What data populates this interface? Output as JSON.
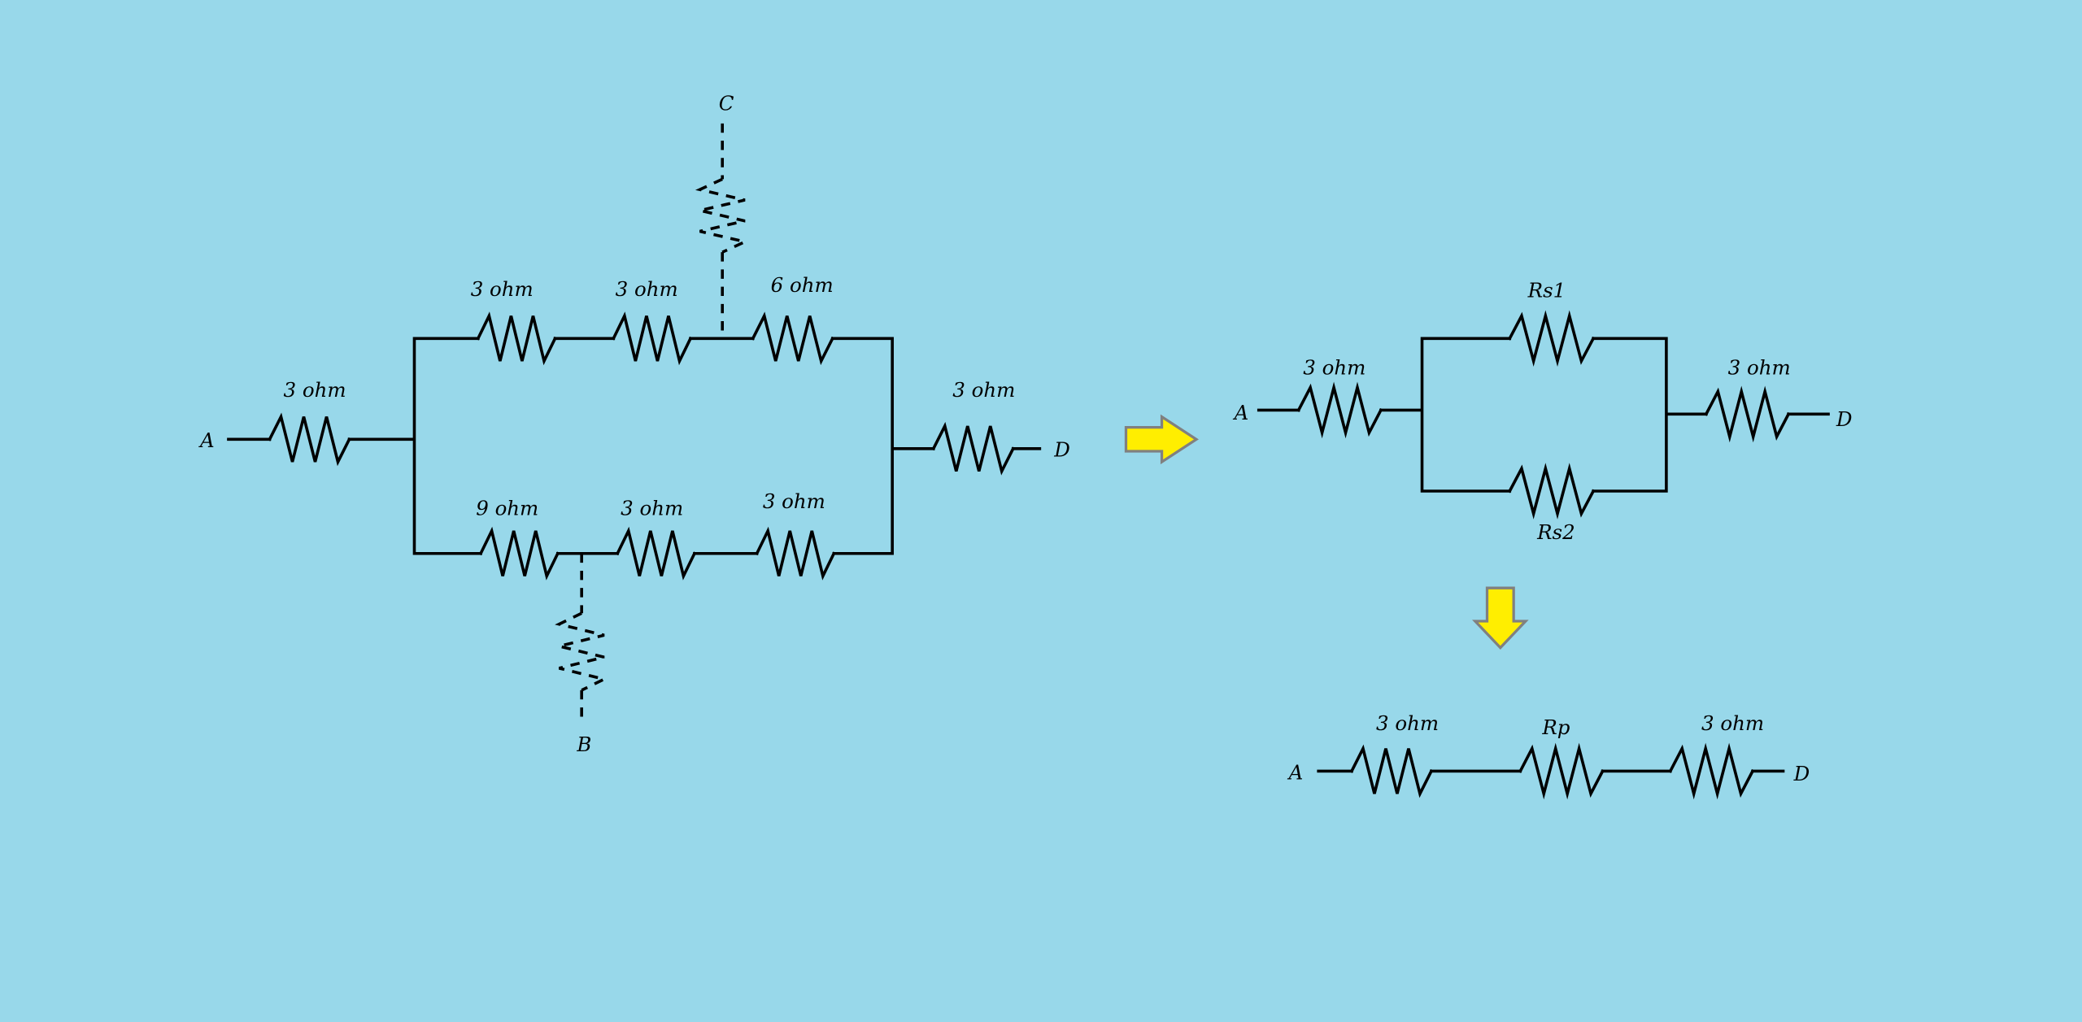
{
  "original_circuit": {
    "terminals": {
      "a": "A",
      "b": "B",
      "c": "C",
      "d": "D"
    },
    "input_resistor": "3 ohm",
    "top_branch": [
      "3 ohm",
      "3 ohm",
      "6 ohm"
    ],
    "bottom_branch": [
      "9 ohm",
      "3 ohm",
      "3 ohm"
    ],
    "output_resistor": "3 ohm"
  },
  "step2_circuit": {
    "terminals": {
      "a": "A",
      "d": "D"
    },
    "input_resistor": "3 ohm",
    "top": "Rs1",
    "bottom": "Rs2",
    "output_resistor": "3 ohm"
  },
  "step3_circuit": {
    "terminals": {
      "a": "A",
      "d": "D"
    },
    "resistors": [
      "3 ohm",
      "Rp",
      "3 ohm"
    ]
  },
  "colors": {
    "background": "#98d8ea",
    "arrow": "#ffee00"
  }
}
